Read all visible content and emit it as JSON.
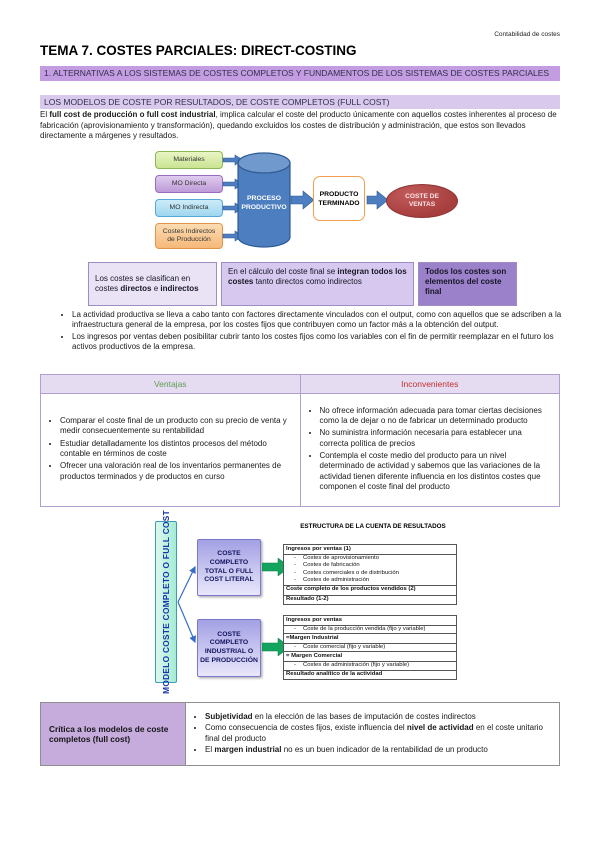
{
  "page": {
    "header_note": "Contabilidad de costes",
    "title": "TEMA 7. COSTES PARCIALES: DIRECT-COSTING"
  },
  "section": {
    "heading": "1. ALTERNATIVAS A LOS SISTEMAS DE COSTES COMPLETOS Y FUNDAMENTOS DE LOS SISTEMAS DE COSTES PARCIALES",
    "subheading": "LOS MODELOS DE COSTE POR RESULTADOS, DE COSTE COMPLETOS (FULL COST)",
    "intro": [
      {
        "t": "El "
      },
      {
        "t": "full cost de producción o full cost industrial",
        "b": true
      },
      {
        "t": ", implica calcular el coste del producto únicamente con aquellos costes inherentes al proceso de fabricación (aprovisionamiento y transformación), quedando excluidos los costes de distribución y administración, que estos son llevados directamente a márgenes y resultados."
      }
    ]
  },
  "flow_diagram": {
    "inputs": [
      {
        "label": "Materiales"
      },
      {
        "label": "MO Directa"
      },
      {
        "label": "MO Indirecta"
      },
      {
        "label": "Costes Indirectos de Producción"
      }
    ],
    "process": "PROCESO PRODUCTIVO",
    "product": "PRODUCTO TERMINADO",
    "sales_cost": "COSTE DE VENTAS"
  },
  "classification": {
    "box1": [
      {
        "t": "Los costes se clasifican en costes "
      },
      {
        "t": "directos",
        "b": true
      },
      {
        "t": " e "
      },
      {
        "t": "indirectos",
        "b": true
      }
    ],
    "box2": [
      {
        "t": "En el cálculo del coste final se "
      },
      {
        "t": "integran todos los costes",
        "b": true
      },
      {
        "t": " tanto directos como indirectos"
      }
    ],
    "box3": [
      {
        "t": "Todos los costes son elementos del coste final",
        "b": true
      }
    ]
  },
  "principles": [
    "La actividad productiva se lleva a cabo tanto con factores directamente vinculados con el output, como con aquellos que se adscriben a la infraestructura general de la empresa, por los costes fijos que contribuyen como un factor más a la obtención del output.",
    "Los ingresos por ventas deben posibilitar cubrir tanto los costes fijos como los variables con el fin de permitir reemplazar en el futuro los activos productivos de la empresa."
  ],
  "pros_cons": {
    "headers": [
      "Ventajas",
      "Inconvenientes"
    ],
    "ventajas": [
      "Comparar el coste final de un producto con su precio de venta y medir consecuentemente su rentabilidad",
      "Estudiar detalladamente los distintos procesos del método contable en términos de coste",
      "Ofrecer una valoración real de los inventarios permanentes de productos terminados y de productos en curso"
    ],
    "inconvenientes": [
      "No ofrece información adecuada para tomar ciertas decisiones como la de dejar o no de fabricar un determinado producto",
      "No suministra información necesaria para establecer una correcta política de precios",
      "Contempla el coste medio del producto para un nivel determinado de actividad y sabemos que las variaciones de la actividad tienen diferente influencia en los distintos costes que componen el coste final del producto"
    ]
  },
  "model_diagram": {
    "vertical_label": "MODELO COSTE COMPLETO O FULL COST",
    "box_total": "COSTE COMPLETO TOTAL O FULL COST LITERAL",
    "box_industrial": "COSTE COMPLETO INDUSTRIAL O DE PRODUCCIÓN",
    "results_title": "ESTRUCTURA DE LA CUENTA DE RESULTADOS",
    "dash": "-",
    "table1": {
      "ingresos": "Ingresos por ventas (1)",
      "deductions": [
        "Costes de aprovisionamiento",
        "Costes de fabricación",
        "Costes comerciales o de distribución",
        "Costes de administración"
      ],
      "cost_sold": "Coste completo de los productos vendidos (2)",
      "result": "Resultado (1-2)"
    },
    "table2": {
      "ingresos": "Ingresos por ventas",
      "coste_produccion": "Coste de la producción vendida (fijo y variable)",
      "margen_industrial": "=Margen Industrial",
      "coste_comercial": "Coste comercial (fijo y variable)",
      "margen_comercial": "= Margen Comercial",
      "costes_admin": "Costes de administración (fijo y variable)",
      "resultado": "Resultado analítico de la actividad"
    }
  },
  "critique": {
    "label": "Crítica a los modelos de coste completos (full cost)",
    "bullets": [
      [
        {
          "t": "Subjetividad",
          "b": true
        },
        {
          "t": " en la elección de las bases de imputación de costes indirectos"
        }
      ],
      [
        {
          "t": "Como consecuencia de costes fijos, existe influencia del "
        },
        {
          "t": "nivel de actividad",
          "b": true
        },
        {
          "t": " en el coste unitario final del producto"
        }
      ],
      [
        {
          "t": "El "
        },
        {
          "t": "margen industrial",
          "b": true
        },
        {
          "t": " no es un buen indicador de la rentabilidad de un producto"
        }
      ]
    ]
  },
  "colors": {
    "heading_bg": "#c49ce2",
    "subheading_bg": "#d9c9ec",
    "table_header_bg": "#e5dcf2",
    "ventajas_text": "#5f9e50",
    "inconvenientes_text": "#c03030",
    "classification_light": "#eae3f6",
    "classification_mid": "#d6c8ee",
    "classification_dark": "#9b80ca",
    "critique_label_bg": "#c6abdd",
    "process_blue": "#4d7ebf",
    "sales_red": "#a63e3e",
    "product_border_orange": "#f0a050",
    "materiales_green": "#c9e491",
    "mo_directa_purple": "#bd9ad8",
    "mo_indirecta_blue": "#9ed6ef",
    "costes_indirectos_orange": "#f6b879",
    "model_label_mint": "#a4ecd4",
    "model_box_purple": "#a3a0e4",
    "green_arrow": "#13a45e"
  }
}
